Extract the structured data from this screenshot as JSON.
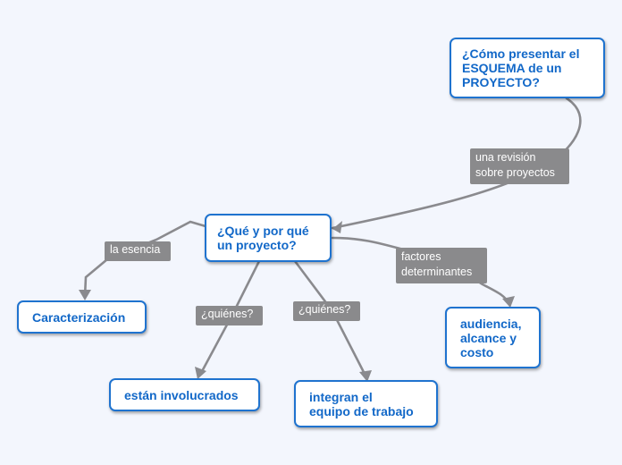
{
  "colors": {
    "background": "#f3f6fd",
    "node_border": "#1f73cf",
    "node_text": "#1268c8",
    "connector": "#8a8a8e",
    "label_bg": "#8a8a8c",
    "label_text": "#ffffff"
  },
  "nodes": {
    "root": "¿Cómo presentar el\nESQUEMA de un\nPROYECTO?",
    "que_y_por_que": "¿Qué y por qué\nun proyecto?",
    "caracterizacion": "Caracterización",
    "involucrados": "están involucrados",
    "equipo": "integran el\nequipo de trabajo",
    "audiencia": "audiencia,\nalcance y\ncosto"
  },
  "connector_labels": {
    "revision": "una revisión\nsobre proyectos",
    "esencia": "la esencia",
    "quienes_1": "¿quiénes?",
    "quienes_2": "¿quiénes?",
    "factores": "factores\ndeterminantes"
  }
}
